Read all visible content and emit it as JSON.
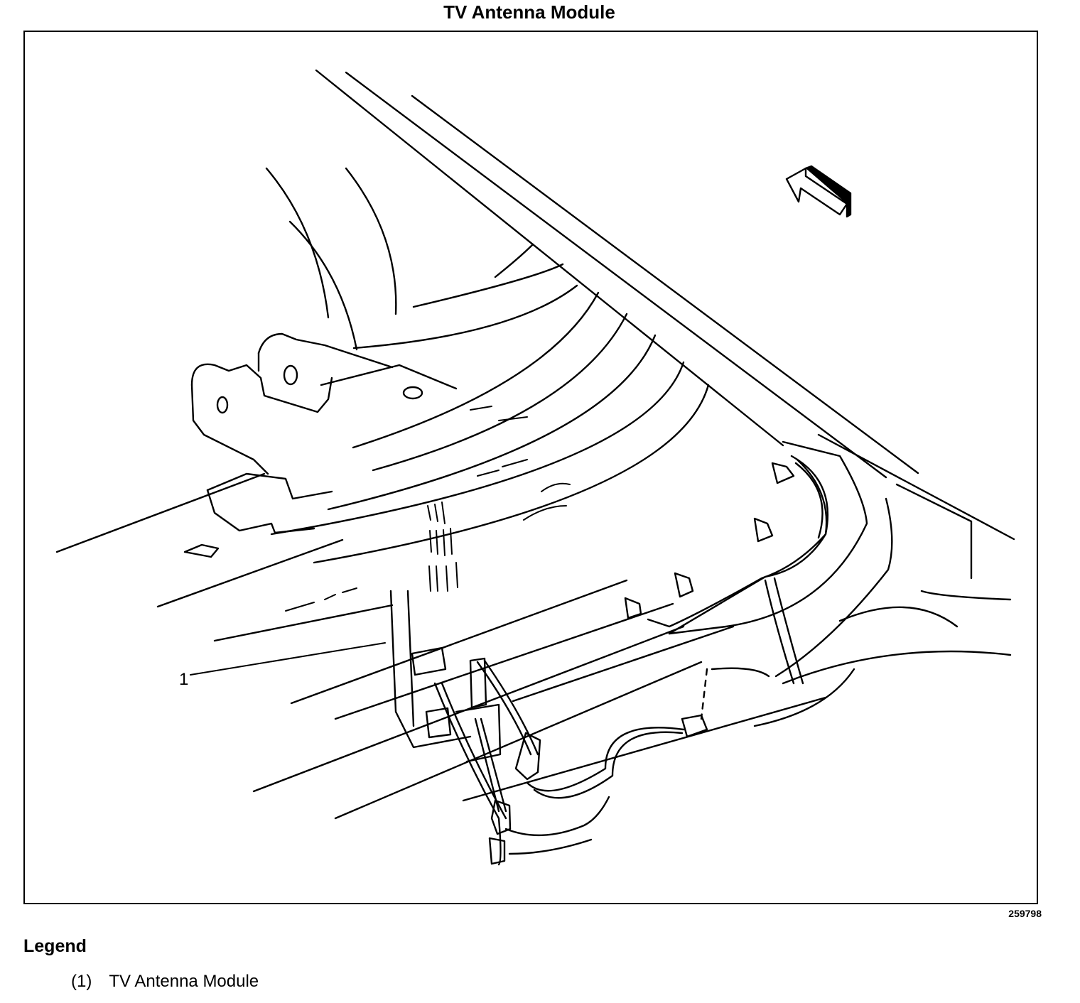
{
  "title": "TV Antenna Module",
  "figure": {
    "callout": "1",
    "figure_number": "259798"
  },
  "legend": {
    "heading": "Legend",
    "items": [
      {
        "number": "(1)",
        "label": "TV Antenna Module"
      }
    ]
  }
}
